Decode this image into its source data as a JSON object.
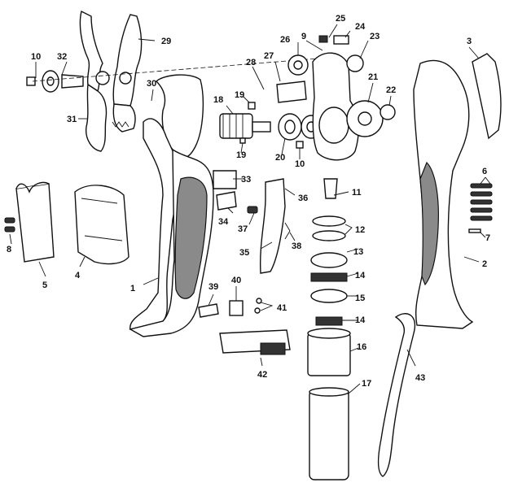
{
  "diagram": {
    "callouts": [
      {
        "id": "c1",
        "label": "1"
      },
      {
        "id": "c2",
        "label": "2"
      },
      {
        "id": "c3",
        "label": "3"
      },
      {
        "id": "c4",
        "label": "4"
      },
      {
        "id": "c5",
        "label": "5"
      },
      {
        "id": "c6",
        "label": "6"
      },
      {
        "id": "c7",
        "label": "7"
      },
      {
        "id": "c8",
        "label": "8"
      },
      {
        "id": "c9",
        "label": "9"
      },
      {
        "id": "c10a",
        "label": "10"
      },
      {
        "id": "c10b",
        "label": "10"
      },
      {
        "id": "c11",
        "label": "11"
      },
      {
        "id": "c12",
        "label": "12"
      },
      {
        "id": "c13",
        "label": "13"
      },
      {
        "id": "c14a",
        "label": "14"
      },
      {
        "id": "c14b",
        "label": "14"
      },
      {
        "id": "c15",
        "label": "15"
      },
      {
        "id": "c16",
        "label": "16"
      },
      {
        "id": "c17",
        "label": "17"
      },
      {
        "id": "c18",
        "label": "18"
      },
      {
        "id": "c19a",
        "label": "19"
      },
      {
        "id": "c19b",
        "label": "19"
      },
      {
        "id": "c20",
        "label": "20"
      },
      {
        "id": "c21",
        "label": "21"
      },
      {
        "id": "c22",
        "label": "22"
      },
      {
        "id": "c23",
        "label": "23"
      },
      {
        "id": "c24",
        "label": "24"
      },
      {
        "id": "c25",
        "label": "25"
      },
      {
        "id": "c26",
        "label": "26"
      },
      {
        "id": "c27",
        "label": "27"
      },
      {
        "id": "c28",
        "label": "28"
      },
      {
        "id": "c29",
        "label": "29"
      },
      {
        "id": "c30",
        "label": "30"
      },
      {
        "id": "c31",
        "label": "31"
      },
      {
        "id": "c32",
        "label": "32"
      },
      {
        "id": "c33",
        "label": "33"
      },
      {
        "id": "c34",
        "label": "34"
      },
      {
        "id": "c35",
        "label": "35"
      },
      {
        "id": "c36",
        "label": "36"
      },
      {
        "id": "c37",
        "label": "37"
      },
      {
        "id": "c38",
        "label": "38"
      },
      {
        "id": "c39",
        "label": "39"
      },
      {
        "id": "c40",
        "label": "40"
      },
      {
        "id": "c41",
        "label": "41"
      },
      {
        "id": "c42",
        "label": "42"
      },
      {
        "id": "c43",
        "label": "43"
      }
    ]
  }
}
